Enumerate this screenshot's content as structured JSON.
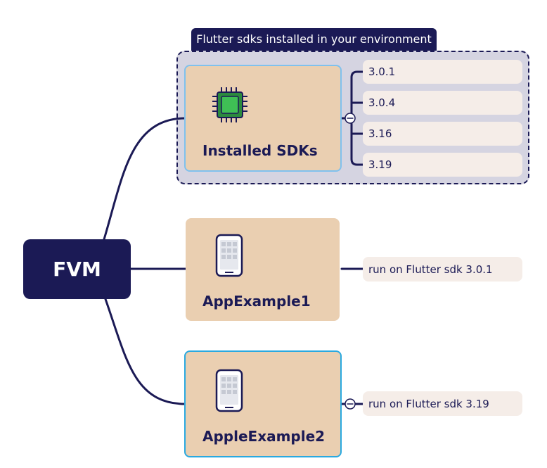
{
  "diagram": {
    "boundary_label": "Flutter sdks installed in your environment",
    "root": {
      "label": "FVM"
    },
    "topics": [
      {
        "label": "Installed SDKs",
        "icon": "chip-icon"
      },
      {
        "label": "AppExample1",
        "icon": "phone-icon"
      },
      {
        "label": "AppleExample2",
        "icon": "phone-icon"
      }
    ],
    "sdk_versions": [
      "3.0.1",
      "3.0.4",
      "3.16",
      "3.19"
    ],
    "run_notes": [
      "run on Flutter sdk 3.0.1",
      "run on Flutter sdk 3.19"
    ]
  },
  "colors": {
    "navy": "#1b1a55",
    "topic_fill": "#eacfb1",
    "leaf_fill": "#f5ede8",
    "boundary_fill": "#d5d4e1",
    "selection": "#2aa9e0",
    "chip_green": "#3fbf55"
  }
}
